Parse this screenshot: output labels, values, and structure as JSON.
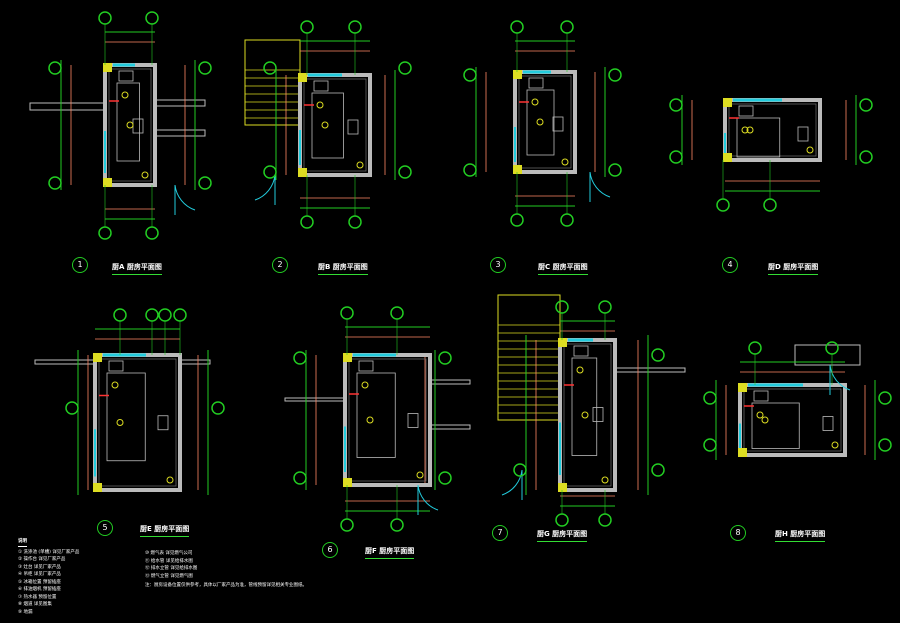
{
  "drawing": {
    "background": "#000000",
    "colors": {
      "axis": "#22cc22",
      "wall": "#bbbbbb",
      "dim": "#ff8866",
      "yellow": "#dddd22",
      "cyan": "#22ccdd",
      "red": "#ff3333",
      "text": "#ffffff"
    },
    "plans": [
      {
        "number": "1",
        "title": "厨A 厨房平面图"
      },
      {
        "number": "2",
        "title": "厨B 厨房平面图"
      },
      {
        "number": "3",
        "title": "厨C 厨房平面图"
      },
      {
        "number": "4",
        "title": "厨D 厨房平面图"
      },
      {
        "number": "5",
        "title": "厨E 厨房平面图"
      },
      {
        "number": "6",
        "title": "厨F 厨房平面图"
      },
      {
        "number": "7",
        "title": "厨G 厨房平面图"
      },
      {
        "number": "8",
        "title": "厨H 厨房平面图"
      }
    ],
    "legend": {
      "heading": "说明",
      "left": [
        "① 洗涤池 (单槽) 详见厂家产品",
        "② 操作台 详见厂家产品",
        "③ 灶台 详见厂家产品",
        "④ 吊柜 详见厂家产品",
        "⑤ 冰箱位置 预留插座",
        "⑥ 排油烟机 预留插座",
        "⑦ 热水器 预留位置",
        "⑧ 烟道 详见图集",
        "⑨ 地漏"
      ],
      "right": [
        "⑩ 燃气表 详见燃气公司",
        "⑪ 给水管 详见给排水图",
        "⑫ 排水立管 详见给排水图",
        "⑬ 燃气立管 详见燃气图"
      ],
      "note": "注：厨房设备位置仅供参考，具体以厂家产品为准，管线预留详见相关专业图纸。"
    }
  }
}
